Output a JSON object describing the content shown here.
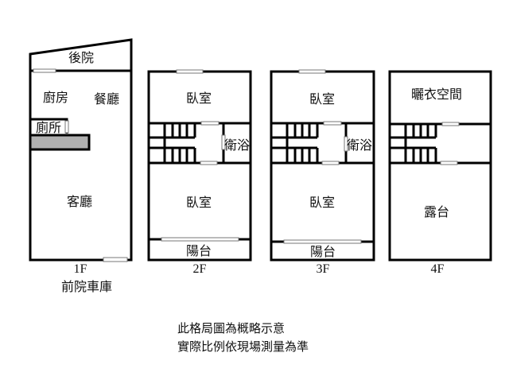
{
  "floors": {
    "f1": {
      "label": "1F",
      "sublabel": "前院車庫",
      "rooms": {
        "backyard": "後院",
        "kitchen": "廚房",
        "dining": "餐廳",
        "toilet": "廁所",
        "living": "客廳"
      }
    },
    "f2": {
      "label": "2F",
      "rooms": {
        "bedroom_back": "臥室",
        "bath": "衛浴",
        "bedroom_front": "臥室",
        "balcony": "陽台"
      }
    },
    "f3": {
      "label": "3F",
      "rooms": {
        "bedroom_back": "臥室",
        "bath": "衛浴",
        "bedroom_front": "臥室",
        "balcony": "陽台"
      }
    },
    "f4": {
      "label": "4F",
      "rooms": {
        "laundry": "曬衣空間",
        "terrace": "露台"
      }
    }
  },
  "notes": {
    "line1": "此格局圖為概略示意",
    "line2": "實際比例依現場測量為準"
  },
  "colors": {
    "wall": "#000000",
    "fill_block": "#b0b0b0"
  }
}
